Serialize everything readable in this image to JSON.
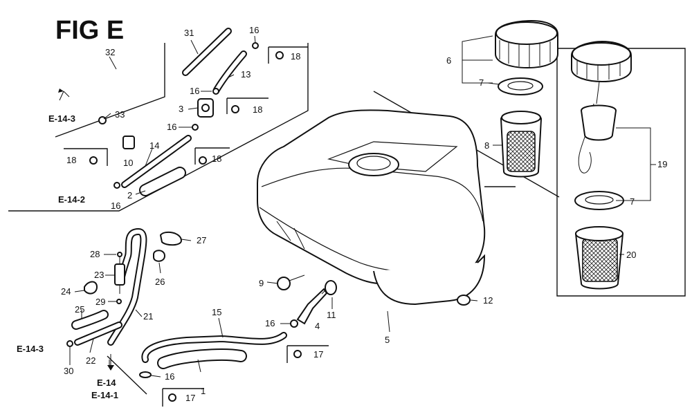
{
  "figure": {
    "title": "FIG E"
  },
  "callouts": {
    "p1": "1",
    "p2": "2",
    "p3": "3",
    "p4": "4",
    "p5": "5",
    "p6": "6",
    "p7a": "7",
    "p7b": "7",
    "p8": "8",
    "p9": "9",
    "p10": "10",
    "p11": "11",
    "p12": "12",
    "p13": "13",
    "p14": "14",
    "p15": "15",
    "p16a": "16",
    "p16b": "16",
    "p16c": "16",
    "p16d": "16",
    "p16e": "16",
    "p16f": "16",
    "p17a": "17",
    "p17b": "17",
    "p18a": "18",
    "p18b": "18",
    "p18c": "18",
    "p18d": "18",
    "p19": "19",
    "p20": "20",
    "p21": "21",
    "p22": "22",
    "p23": "23",
    "p24": "24",
    "p25": "25",
    "p26": "26",
    "p27": "27",
    "p28": "28",
    "p29": "29",
    "p30": "30",
    "p31": "31",
    "p32": "32",
    "p33": "33"
  },
  "references": {
    "r_e143_top": "E-14-3",
    "r_e142": "E-14-2",
    "r_e143_bottom": "E-14-3",
    "r_e14": "E-14",
    "r_e141": "E-14-1"
  }
}
